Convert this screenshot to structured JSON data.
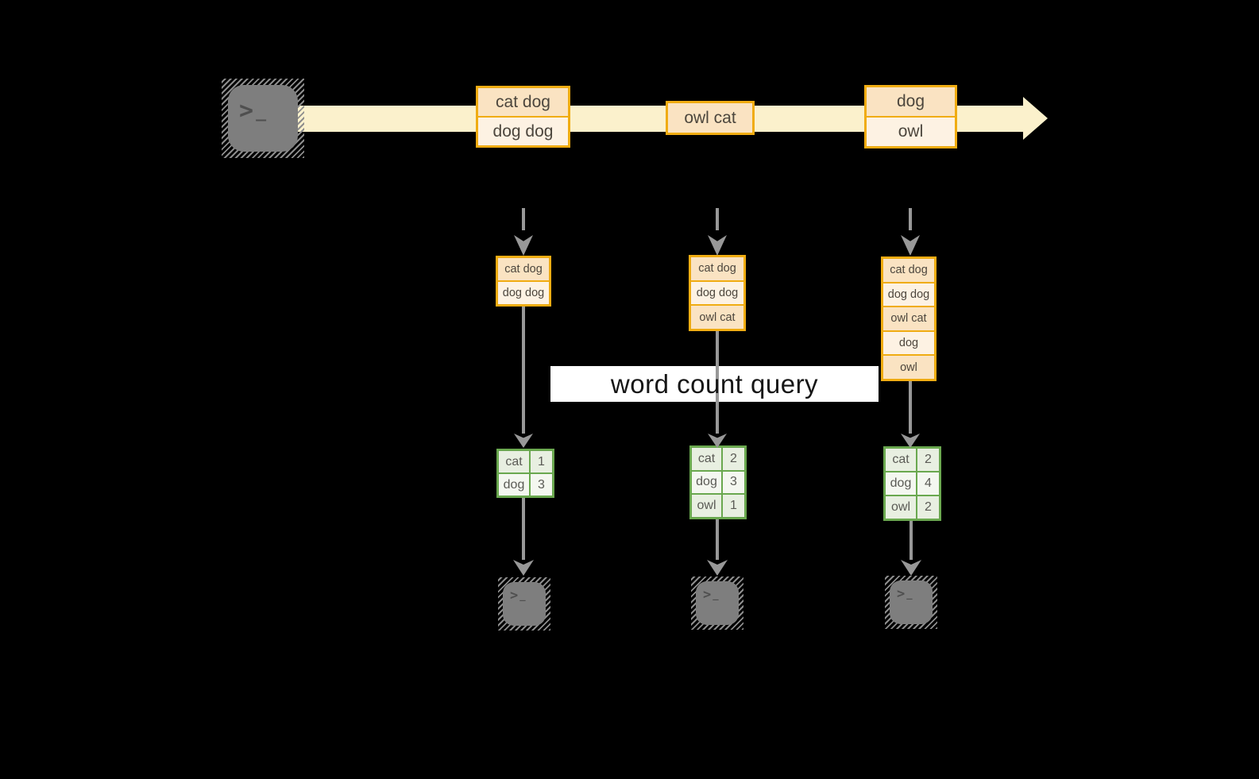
{
  "query_label": "word count query",
  "icons": {
    "terminal_prompt": ">",
    "terminal_underscore": "_"
  },
  "stream": {
    "batches": [
      {
        "lines": [
          "cat dog",
          "dog dog"
        ]
      },
      {
        "lines": [
          "owl cat"
        ]
      },
      {
        "lines": [
          "dog",
          "owl"
        ]
      }
    ]
  },
  "columns": [
    {
      "state": [
        "cat dog",
        "dog dog"
      ],
      "counts": {
        "rows": [
          {
            "word": "cat",
            "count": "1"
          },
          {
            "word": "dog",
            "count": "3"
          }
        ]
      }
    },
    {
      "state": [
        "cat dog",
        "dog dog",
        "owl cat"
      ],
      "counts": {
        "rows": [
          {
            "word": "cat",
            "count": "2"
          },
          {
            "word": "dog",
            "count": "3"
          },
          {
            "word": "owl",
            "count": "1"
          }
        ]
      }
    },
    {
      "state": [
        "cat dog",
        "dog dog",
        "owl cat",
        "dog",
        "owl"
      ],
      "counts": {
        "rows": [
          {
            "word": "cat",
            "count": "2"
          },
          {
            "word": "dog",
            "count": "4"
          },
          {
            "word": "owl",
            "count": "2"
          }
        ]
      }
    }
  ],
  "colors": {
    "background": "#000000",
    "stream_band": "#fbf1cc",
    "orange_border": "#f0ac12",
    "cell_peach": "#fae3c2",
    "cell_cream": "#fdf2e3",
    "green_border": "#6aa84f",
    "green_cell": "#e8efe1",
    "green_cell_light": "#f4f7f0",
    "arrow_gray": "#989898",
    "terminal_gray": "#7e7e7e",
    "label_background": "#ffffff"
  }
}
